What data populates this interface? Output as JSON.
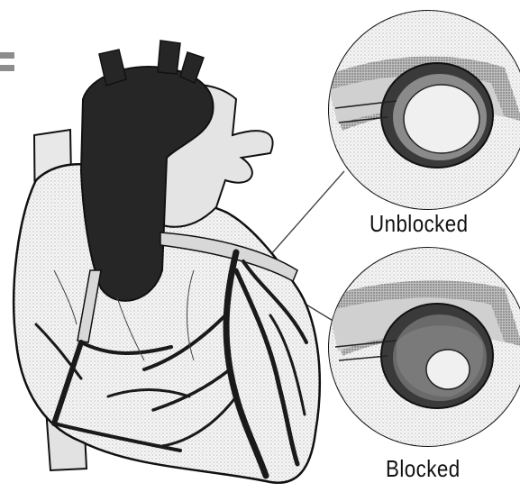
{
  "labels": {
    "unblocked": "Unblocked",
    "blocked": "Blocked"
  },
  "colors": {
    "outline": "#111111",
    "aorta": "#2b2b2b",
    "heart_fill": "#ececec",
    "vessel_light": "#e3e3e3",
    "artery_dark": "#1c1c1c",
    "wall": "#8a8a8a",
    "plaque": "#5a5a5a",
    "leader_line": "#444444"
  },
  "icons": [
    "heart-illustration",
    "artery-crosssection-unblocked",
    "artery-crosssection-blocked"
  ]
}
